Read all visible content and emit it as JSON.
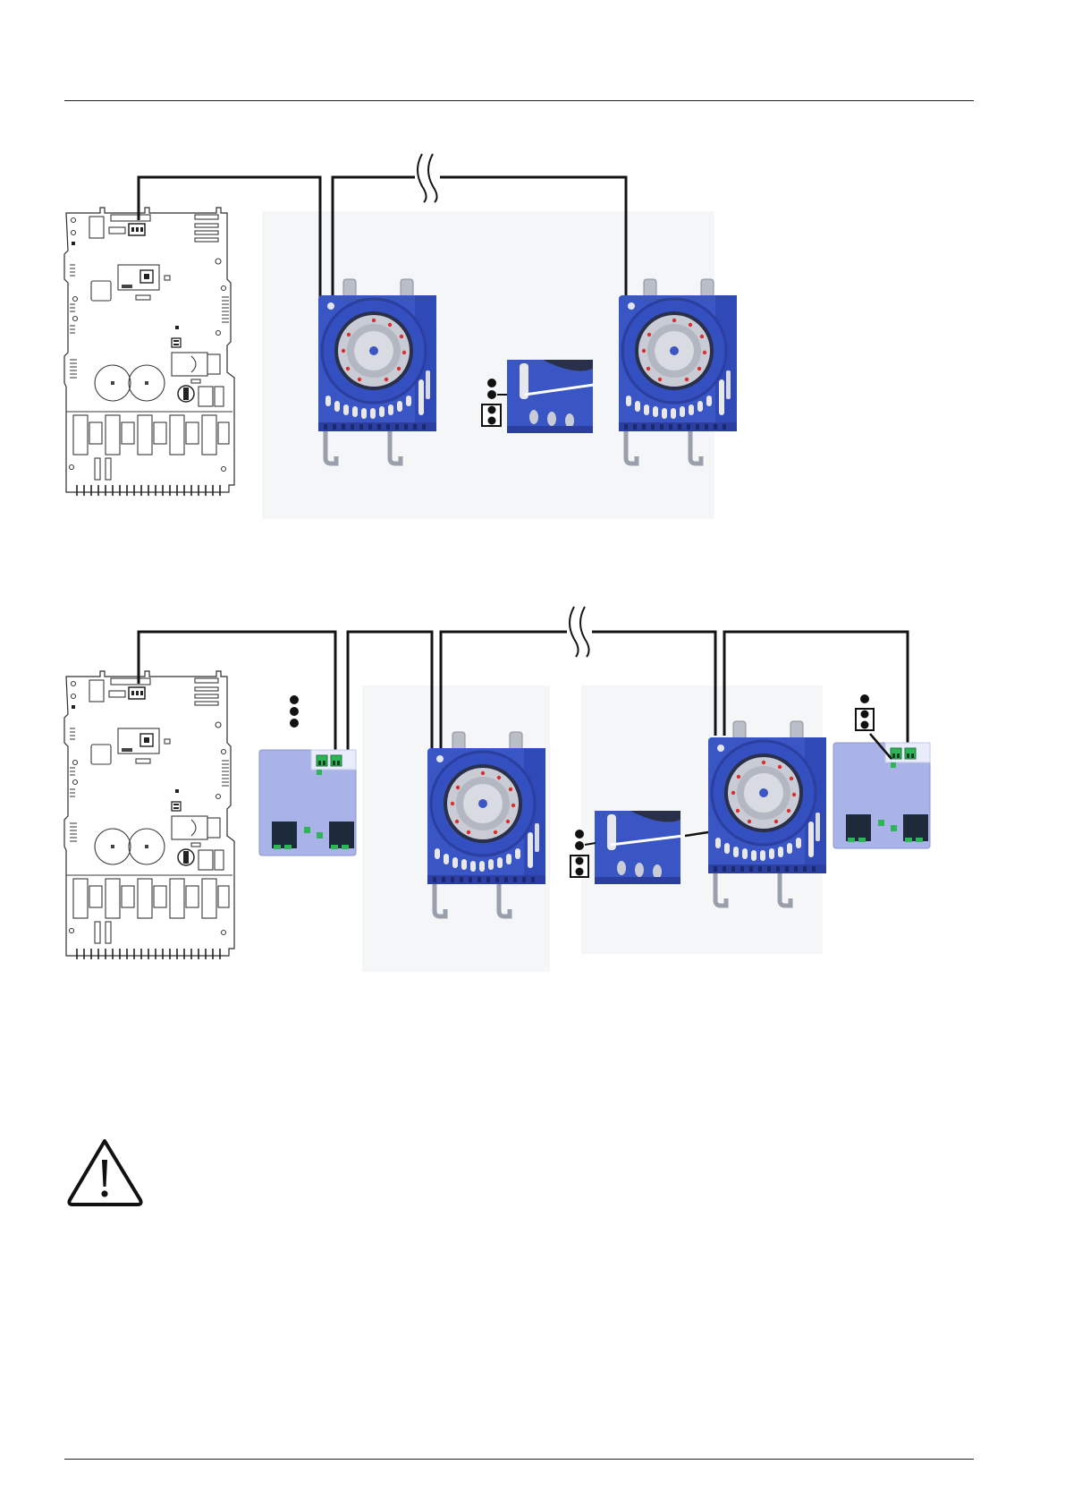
{
  "colors": {
    "rule": "#222222",
    "wire": "#141414",
    "controller_blue": "#3a55c4",
    "controller_dark": "#2a3fa0",
    "dial_silver": "#c9ccd4",
    "module_fill": "#a9b3e8",
    "module_header": "#e9ecfb",
    "terminal_green": "#2fb45a",
    "jumper_black": "#111111"
  },
  "icons": {
    "warning": "warning-triangle-icon",
    "wire_break": "wire-break-icon",
    "jumper": "jumper-icon"
  },
  "diagrams": [
    {
      "name": "diagram-1",
      "main_board": 1,
      "controllers": 2,
      "expansion_modules": 0,
      "jumper_insets": 1
    },
    {
      "name": "diagram-2",
      "main_board": 1,
      "controllers": 2,
      "expansion_modules": 2,
      "jumper_insets": 1
    }
  ]
}
